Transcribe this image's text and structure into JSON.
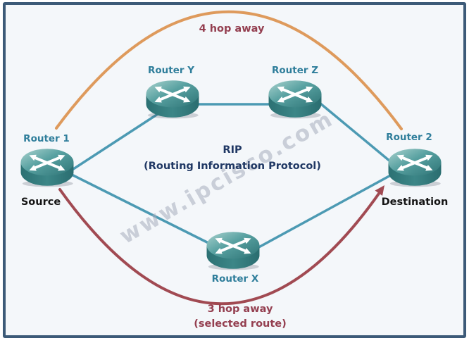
{
  "diagram": {
    "watermark": "www.ipcisco.com",
    "title_line1": "RIP",
    "title_line2": "(Routing Information Protocol)",
    "routes": {
      "top": {
        "label": "4 hop away"
      },
      "bottom": {
        "label_line1": "3 hop away",
        "label_line2": "(selected route)"
      }
    },
    "nodes": {
      "router1": {
        "label": "Router 1",
        "role": "Source"
      },
      "routerY": {
        "label": "Router Y"
      },
      "routerZ": {
        "label": "Router Z"
      },
      "router2": {
        "label": "Router 2",
        "role": "Destination"
      },
      "routerX": {
        "label": "Router X"
      }
    },
    "icons": {
      "router": "cisco-router-icon"
    },
    "colors": {
      "frame_border": "#3C5A78",
      "background": "#F4F7FA",
      "link": "#4C9AB3",
      "route_top": "#DE9A5C",
      "route_selected": "#A14A52",
      "node_label": "#2F7E9B",
      "role_label": "#141414",
      "route_label": "#943F50",
      "title": "#203864",
      "router_body": "#37807F",
      "watermark": "#A5ADBB"
    }
  }
}
